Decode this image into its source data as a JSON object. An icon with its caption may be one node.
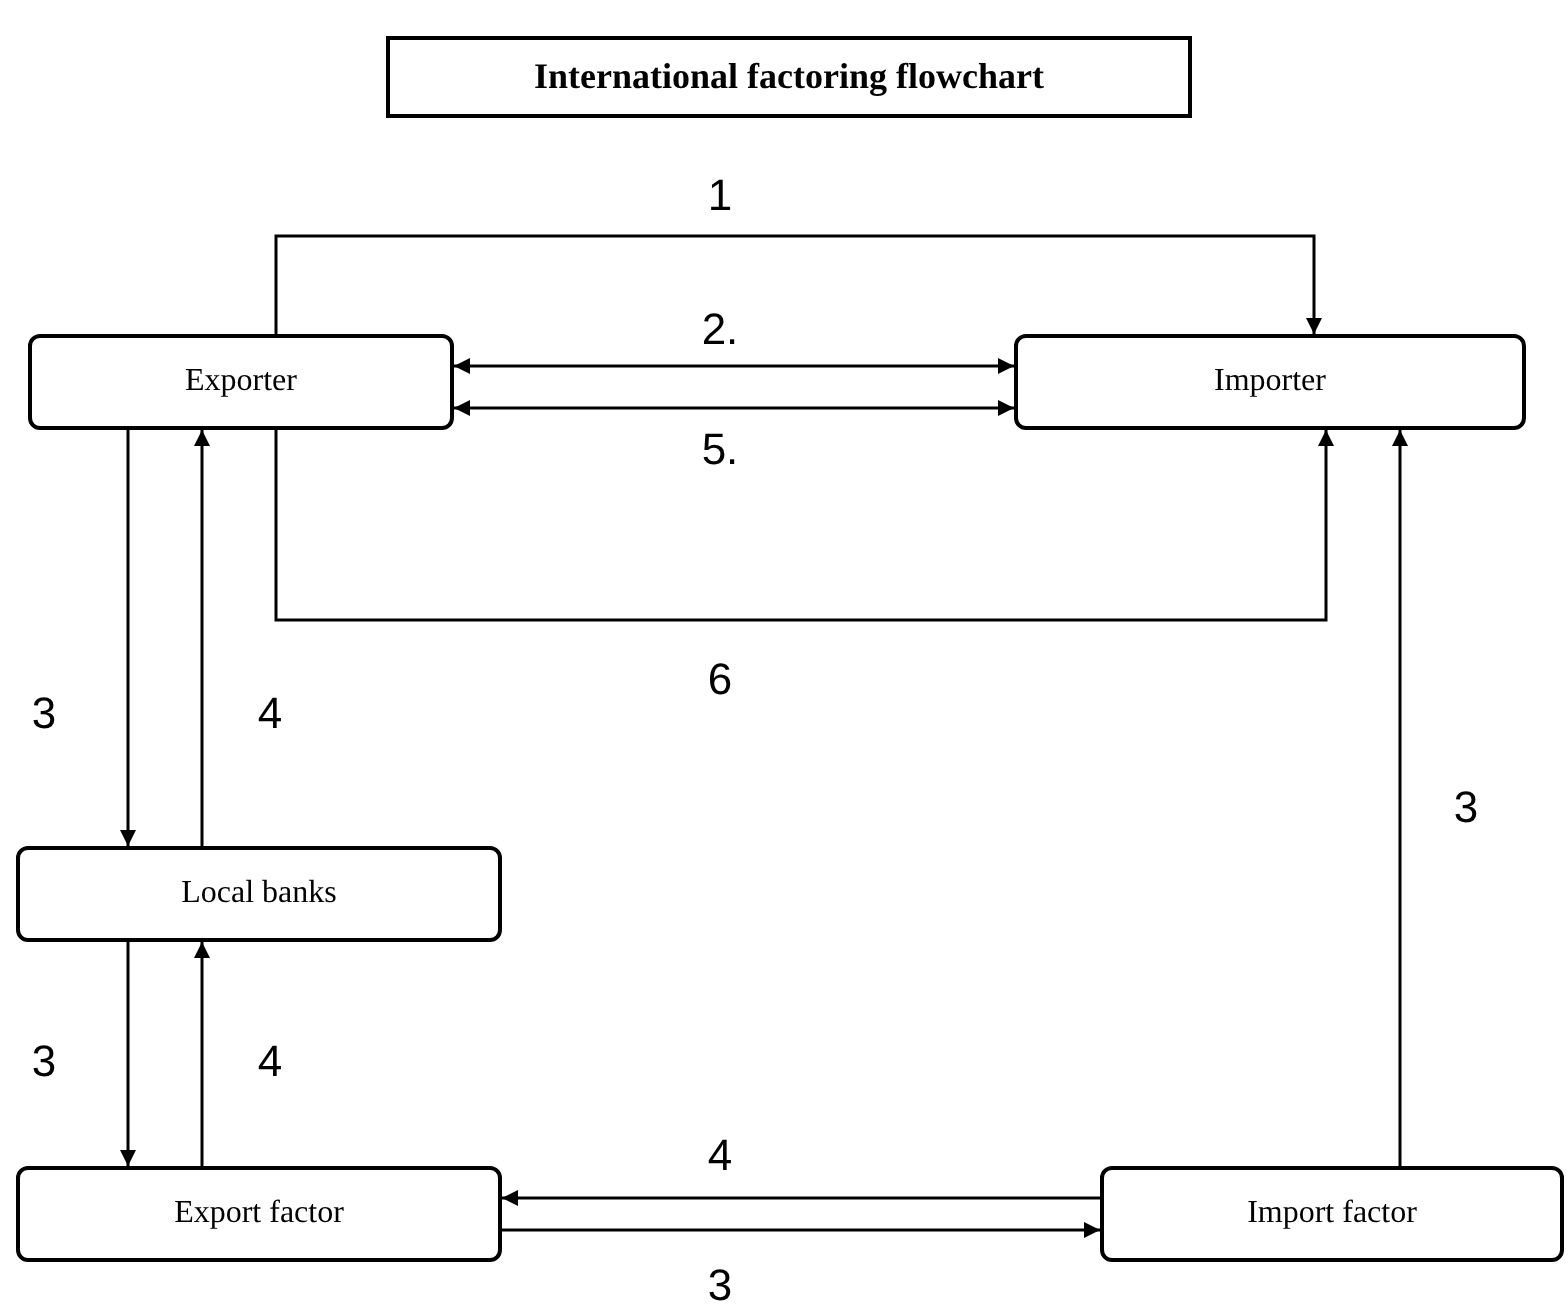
{
  "diagram": {
    "title": "International factoring flowchart",
    "nodes": [
      {
        "text": [
          "Exporter"
        ]
      },
      {
        "text": [
          "Importer"
        ]
      },
      {
        "text": [
          "Local banks"
        ]
      },
      {
        "text": [
          "Export factor"
        ]
      },
      {
        "text": [
          "Import factor"
        ]
      }
    ],
    "edges": [
      {
        "from": 0,
        "to": 1,
        "arrow": "to",
        "label": "1"
      },
      {
        "from": 0,
        "to": 1,
        "arrow": "both",
        "label": "2."
      },
      {
        "from": 0,
        "to": 1,
        "arrow": "both",
        "label": "5."
      },
      {
        "from": 0,
        "to": 1,
        "arrow": "to",
        "label": "6"
      },
      {
        "from": 0,
        "to": 2,
        "arrow": "to",
        "label": "3"
      },
      {
        "from": 2,
        "to": 0,
        "arrow": "to",
        "label": "4"
      },
      {
        "from": 2,
        "to": 3,
        "arrow": "to",
        "label": "3"
      },
      {
        "from": 3,
        "to": 2,
        "arrow": "to",
        "label": "4"
      },
      {
        "from": 4,
        "to": 3,
        "arrow": "to",
        "label": "4"
      },
      {
        "from": 3,
        "to": 4,
        "arrow": "to",
        "label": "3"
      },
      {
        "from": 4,
        "to": 1,
        "arrow": "to",
        "label": "3"
      }
    ]
  }
}
